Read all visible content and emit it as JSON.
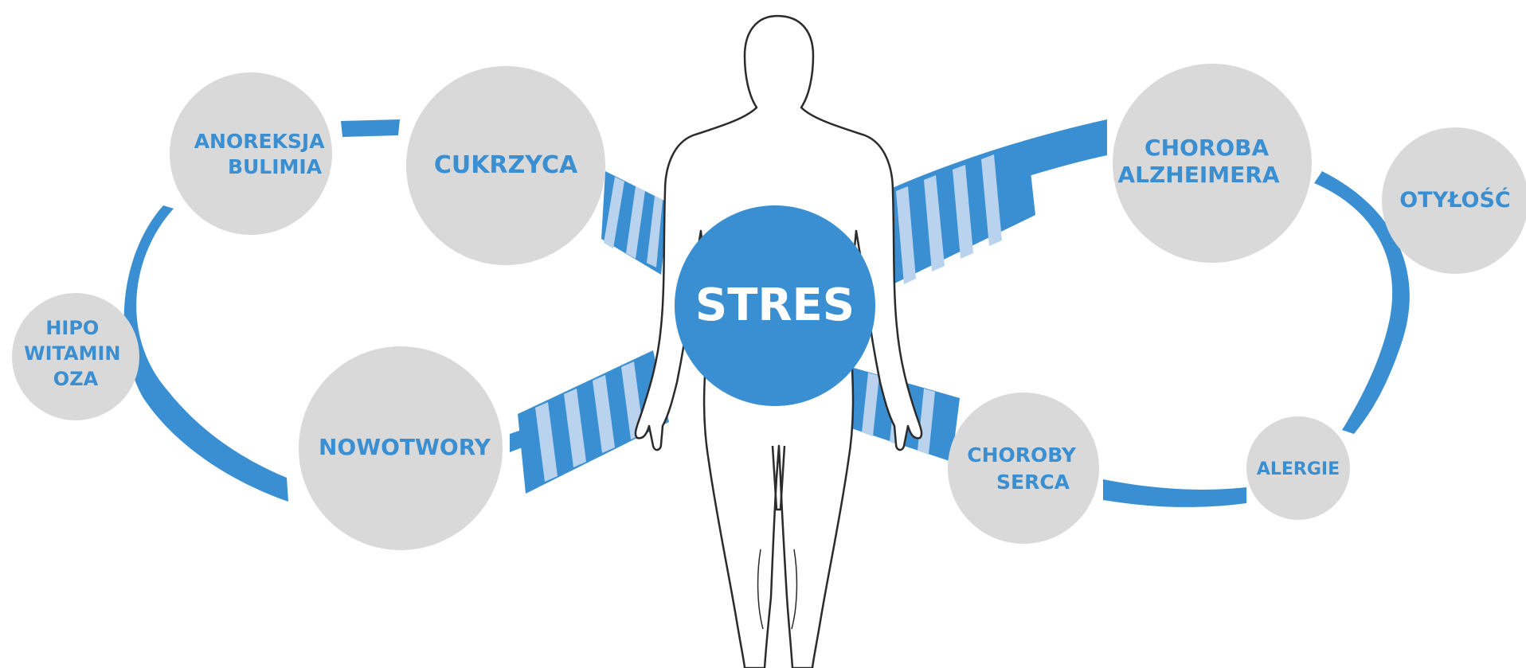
{
  "colors": {
    "accent": "#3a8fd2",
    "accent_light": "#b9d3ee",
    "node_fill": "#d9d9d9",
    "figure_outline": "#2b2b2b",
    "background": "#ffffff"
  },
  "center": {
    "label": "STRES"
  },
  "nodes": {
    "anoreksja": {
      "lines": [
        "ANOREKSJA",
        "BULIMIA"
      ]
    },
    "cukrzyca": {
      "lines": [
        "CUKRZYCA"
      ]
    },
    "hipowitaminoza": {
      "lines": [
        "HIPO",
        "WITAMIN",
        "OZA"
      ]
    },
    "nowotwory": {
      "lines": [
        "NOWOTWORY"
      ]
    },
    "alzheimer": {
      "lines": [
        "CHOROBA",
        "ALZHEIMERA"
      ]
    },
    "otylosc": {
      "lines": [
        "OTYŁOŚĆ"
      ]
    },
    "serce": {
      "lines": [
        "CHOROBY",
        "SERCA"
      ]
    },
    "alergie": {
      "lines": [
        "ALERGIE"
      ]
    }
  }
}
